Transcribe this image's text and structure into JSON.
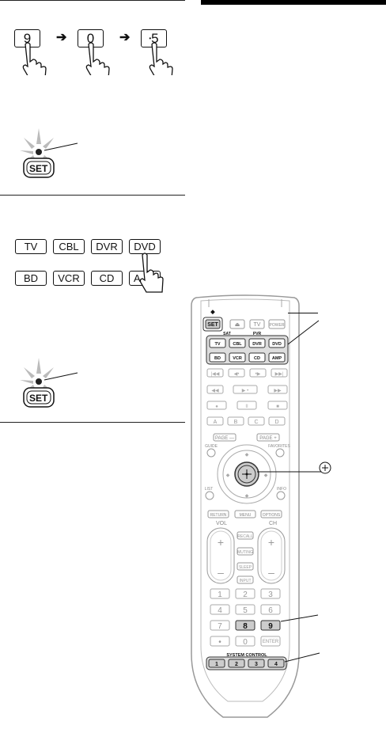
{
  "step1": {
    "keys": [
      "9",
      "0",
      "5"
    ],
    "key3_prefix": "•"
  },
  "set_indicator_1": {
    "label": "SET"
  },
  "component_keys": {
    "row1": [
      "TV",
      "CBL",
      "DVR",
      "DVD"
    ],
    "row2": [
      "BD",
      "VCR",
      "CD",
      "AMP"
    ],
    "row2_visible": [
      "BD",
      "VCR",
      "CD",
      "A"
    ]
  },
  "set_indicator_2": {
    "label": "SET"
  },
  "remote": {
    "set_label": "SET",
    "power_label": "POWER",
    "tv_label": "TV",
    "sat_label": "SAT",
    "pvr_label": "PVR",
    "source_row1": [
      "TV",
      "CBL",
      "DVR",
      "DVD"
    ],
    "source_row2": [
      "BD",
      "VCR",
      "CD",
      "AMP"
    ],
    "color_keys": [
      "A",
      "B",
      "C",
      "D"
    ],
    "page_minus": "PAGE —",
    "page_plus": "PAGE +",
    "guide": "GUIDE",
    "favorites": "FAVORITES",
    "list": "LIST",
    "info": "INFO",
    "return": "RETURN",
    "menu": "MENU",
    "options": "OPTIONS",
    "vol": "VOL",
    "ch": "CH",
    "recall": "RECALL",
    "muting": "MUTING",
    "sleep": "SLEEP",
    "input": "INPUT",
    "numbers": [
      "1",
      "2",
      "3",
      "4",
      "5",
      "6",
      "7",
      "8",
      "9",
      "•",
      "0",
      "ENTER"
    ],
    "system_control": "SYSTEM CONTROL",
    "sys_keys": [
      "1",
      "2",
      "3",
      "4"
    ]
  }
}
